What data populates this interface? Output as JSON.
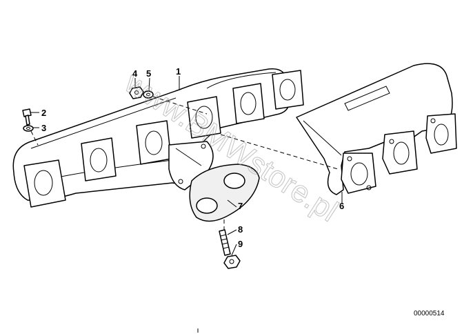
{
  "diagram": {
    "callouts": [
      "1",
      "2",
      "3",
      "4",
      "5",
      "6",
      "7",
      "8",
      "9"
    ],
    "drawing_id": "00000514",
    "watermark": "www.BMWstore.pl"
  }
}
